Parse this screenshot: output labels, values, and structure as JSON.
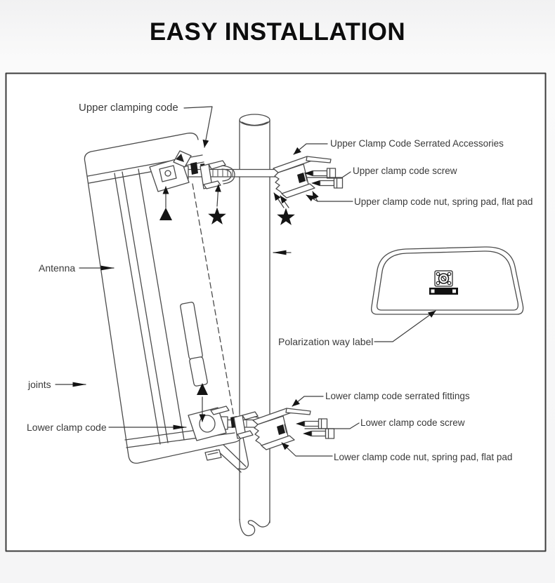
{
  "title": "EASY INSTALLATION",
  "labels": {
    "upper_clamping_code": "Upper clamping code",
    "upper_serrated_accessories": "Upper Clamp Code Serrated Accessories",
    "upper_screw": "Upper clamp code screw",
    "upper_nut": "Upper clamp code nut, spring pad, flat pad",
    "antenna": "Antenna",
    "polarization_way_label": "Polarization way label",
    "joints": "joints",
    "lower_clamp_code": "Lower clamp code",
    "lower_serrated_fittings": "Lower clamp code serrated fittings",
    "lower_screw": "Lower clamp code screw",
    "lower_nut": "Lower clamp code nut, spring pad, flat pad"
  },
  "colors": {
    "page_bg": "#f4f4f5",
    "canvas": "#ffffff",
    "border": "#3c3c3c",
    "line": "#4b4b4b",
    "text": "#3a3a3a",
    "marker_fill": "#141414"
  }
}
